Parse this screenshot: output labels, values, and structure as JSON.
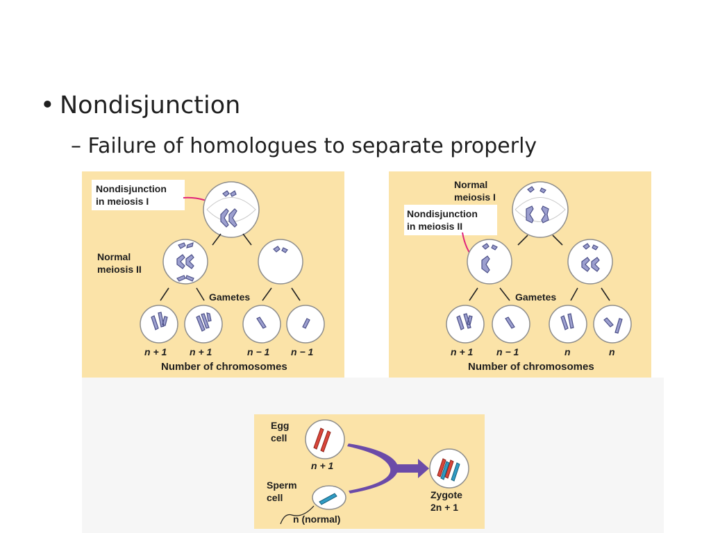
{
  "slide": {
    "bullet": "Nondisjunction",
    "sub_bullet": "Failure of homologues to separate properly",
    "bullet_marker": "•",
    "dash_marker": "–"
  },
  "panel_a": {
    "label_nondisjunction": [
      "Nondisjunction",
      "in meiosis I"
    ],
    "label_normal": [
      "Normal",
      "meiosis II"
    ],
    "gametes_label": "Gametes",
    "gamete_counts": [
      "n + 1",
      "n + 1",
      "n − 1",
      "n − 1"
    ],
    "footer": "Number of chromosomes"
  },
  "panel_b": {
    "label_normal": [
      "Normal",
      "meiosis I"
    ],
    "label_nondisjunction": [
      "Nondisjunction",
      "in meiosis II"
    ],
    "gametes_label": "Gametes",
    "gamete_counts": [
      "n + 1",
      "n − 1",
      "n",
      "n"
    ],
    "footer": "Number of chromosomes"
  },
  "panel_c": {
    "egg_label": [
      "Egg",
      "cell"
    ],
    "egg_count": "n + 1",
    "sperm_label": [
      "Sperm",
      "cell"
    ],
    "sperm_count": "n (normal)",
    "zygote_label": [
      "Zygote",
      "2n + 1"
    ]
  },
  "colors": {
    "panel_bg": "#fbe3a8",
    "chromosome": "#9c9fcf",
    "maternal": "#d9463a",
    "paternal": "#2f9bc4",
    "fusion_arrow": "#6b4ba8",
    "pointer": "#e0237a"
  }
}
